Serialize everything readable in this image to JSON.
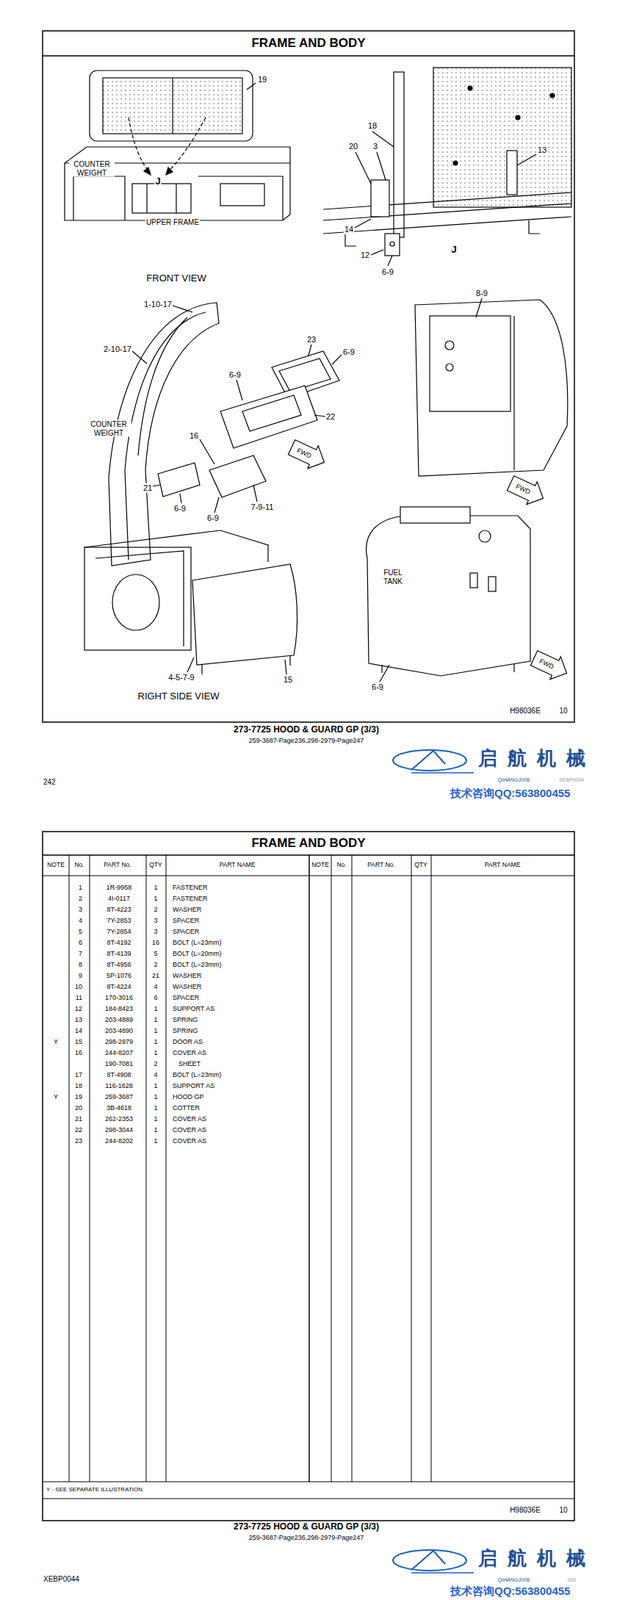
{
  "diagram": {
    "title": "FRAME AND BODY",
    "labels": [
      "19",
      "COUNTER WEIGHT",
      "J",
      "UPPER FRAME",
      "FRONT VIEW",
      "18",
      "20",
      "3",
      "13",
      "14",
      "12",
      "6-9",
      "J",
      "1-10-17",
      "2-10-17",
      "COUNTER WEIGHT",
      "23",
      "6-9",
      "6-9",
      "22",
      "16",
      "FWD",
      "21",
      "6-9",
      "7-9-11",
      "6-9",
      "8-9",
      "FWD",
      "FUEL TANK",
      "4-5-7-9",
      "15",
      "RIGHT SIDE VIEW",
      "6-9",
      "FWD",
      "H98036E",
      "10",
      "273-7725 HOOD & GUARD GP (3/3)",
      "259-3687-Page236,298-2979-Page247",
      "启航机械",
      "QIHANGJIXIE",
      "XEBP0044",
      "技术咨询QQ:563800455",
      "242",
      "FRAME AND BODY",
      "NOTE",
      "No.",
      "PART No.",
      "QTY",
      "PART NAME",
      "NOTE",
      "No.",
      "PART No.",
      "QTY",
      "PART NAME",
      "1",
      "1R-9958",
      "1",
      "FASTENER",
      "2",
      "4I-0117",
      "1",
      "FASTENER",
      "3",
      "8T-4223",
      "2",
      "WASHER",
      "4",
      "7Y-2853",
      "3",
      "SPACER",
      "5",
      "7Y-2854",
      "3",
      "SPACER",
      "6",
      "8T-4192",
      "16",
      "BOLT (L=23mm)",
      "7",
      "8T-4139",
      "5",
      "BOLT (L=20mm)",
      "8",
      "8T-4956",
      "2",
      "BOLT (L=23mm)",
      "9",
      "5P-1076",
      "21",
      "WASHER",
      "10",
      "8T-4224",
      "4",
      "WASHER",
      "11",
      "170-3016",
      "6",
      "SPACER",
      "12",
      "184-8423",
      "1",
      "SUPPORT AS",
      "13",
      "203-4889",
      "1",
      "SPRING",
      "14",
      "203-4890",
      "1",
      "SPRING",
      "Y",
      "15",
      "298-2979",
      "1",
      "DOOR AS",
      "16",
      "244-8207",
      "1",
      "COVER AS",
      "190-7081",
      "2",
      "SHEET",
      "17",
      "8T-4908",
      "4",
      "BOLT (L=23mm)",
      "18",
      "116-1628",
      "1",
      "SUPPORT AS",
      "Y",
      "19",
      "259-3687",
      "1",
      "HOOD GP",
      "20",
      "3B-4618",
      "1",
      "COTTER",
      "21",
      "262-2353",
      "1",
      "COVER AS",
      "22",
      "298-3044",
      "1",
      "COVER AS",
      "23",
      "244-8202",
      "1",
      "COVER AS",
      "Y - SEE SEPARATE ILLUSTRATION",
      "H98036E",
      "10",
      "273-7725 HOOD & GUARD GP (3/3)",
      "259-3687-Page236,298-2979-Page247",
      "启航机械",
      "QIHANGJIXIE",
      "243",
      "技术咨询QQ:563800455",
      "XEBP0044"
    ]
  }
}
